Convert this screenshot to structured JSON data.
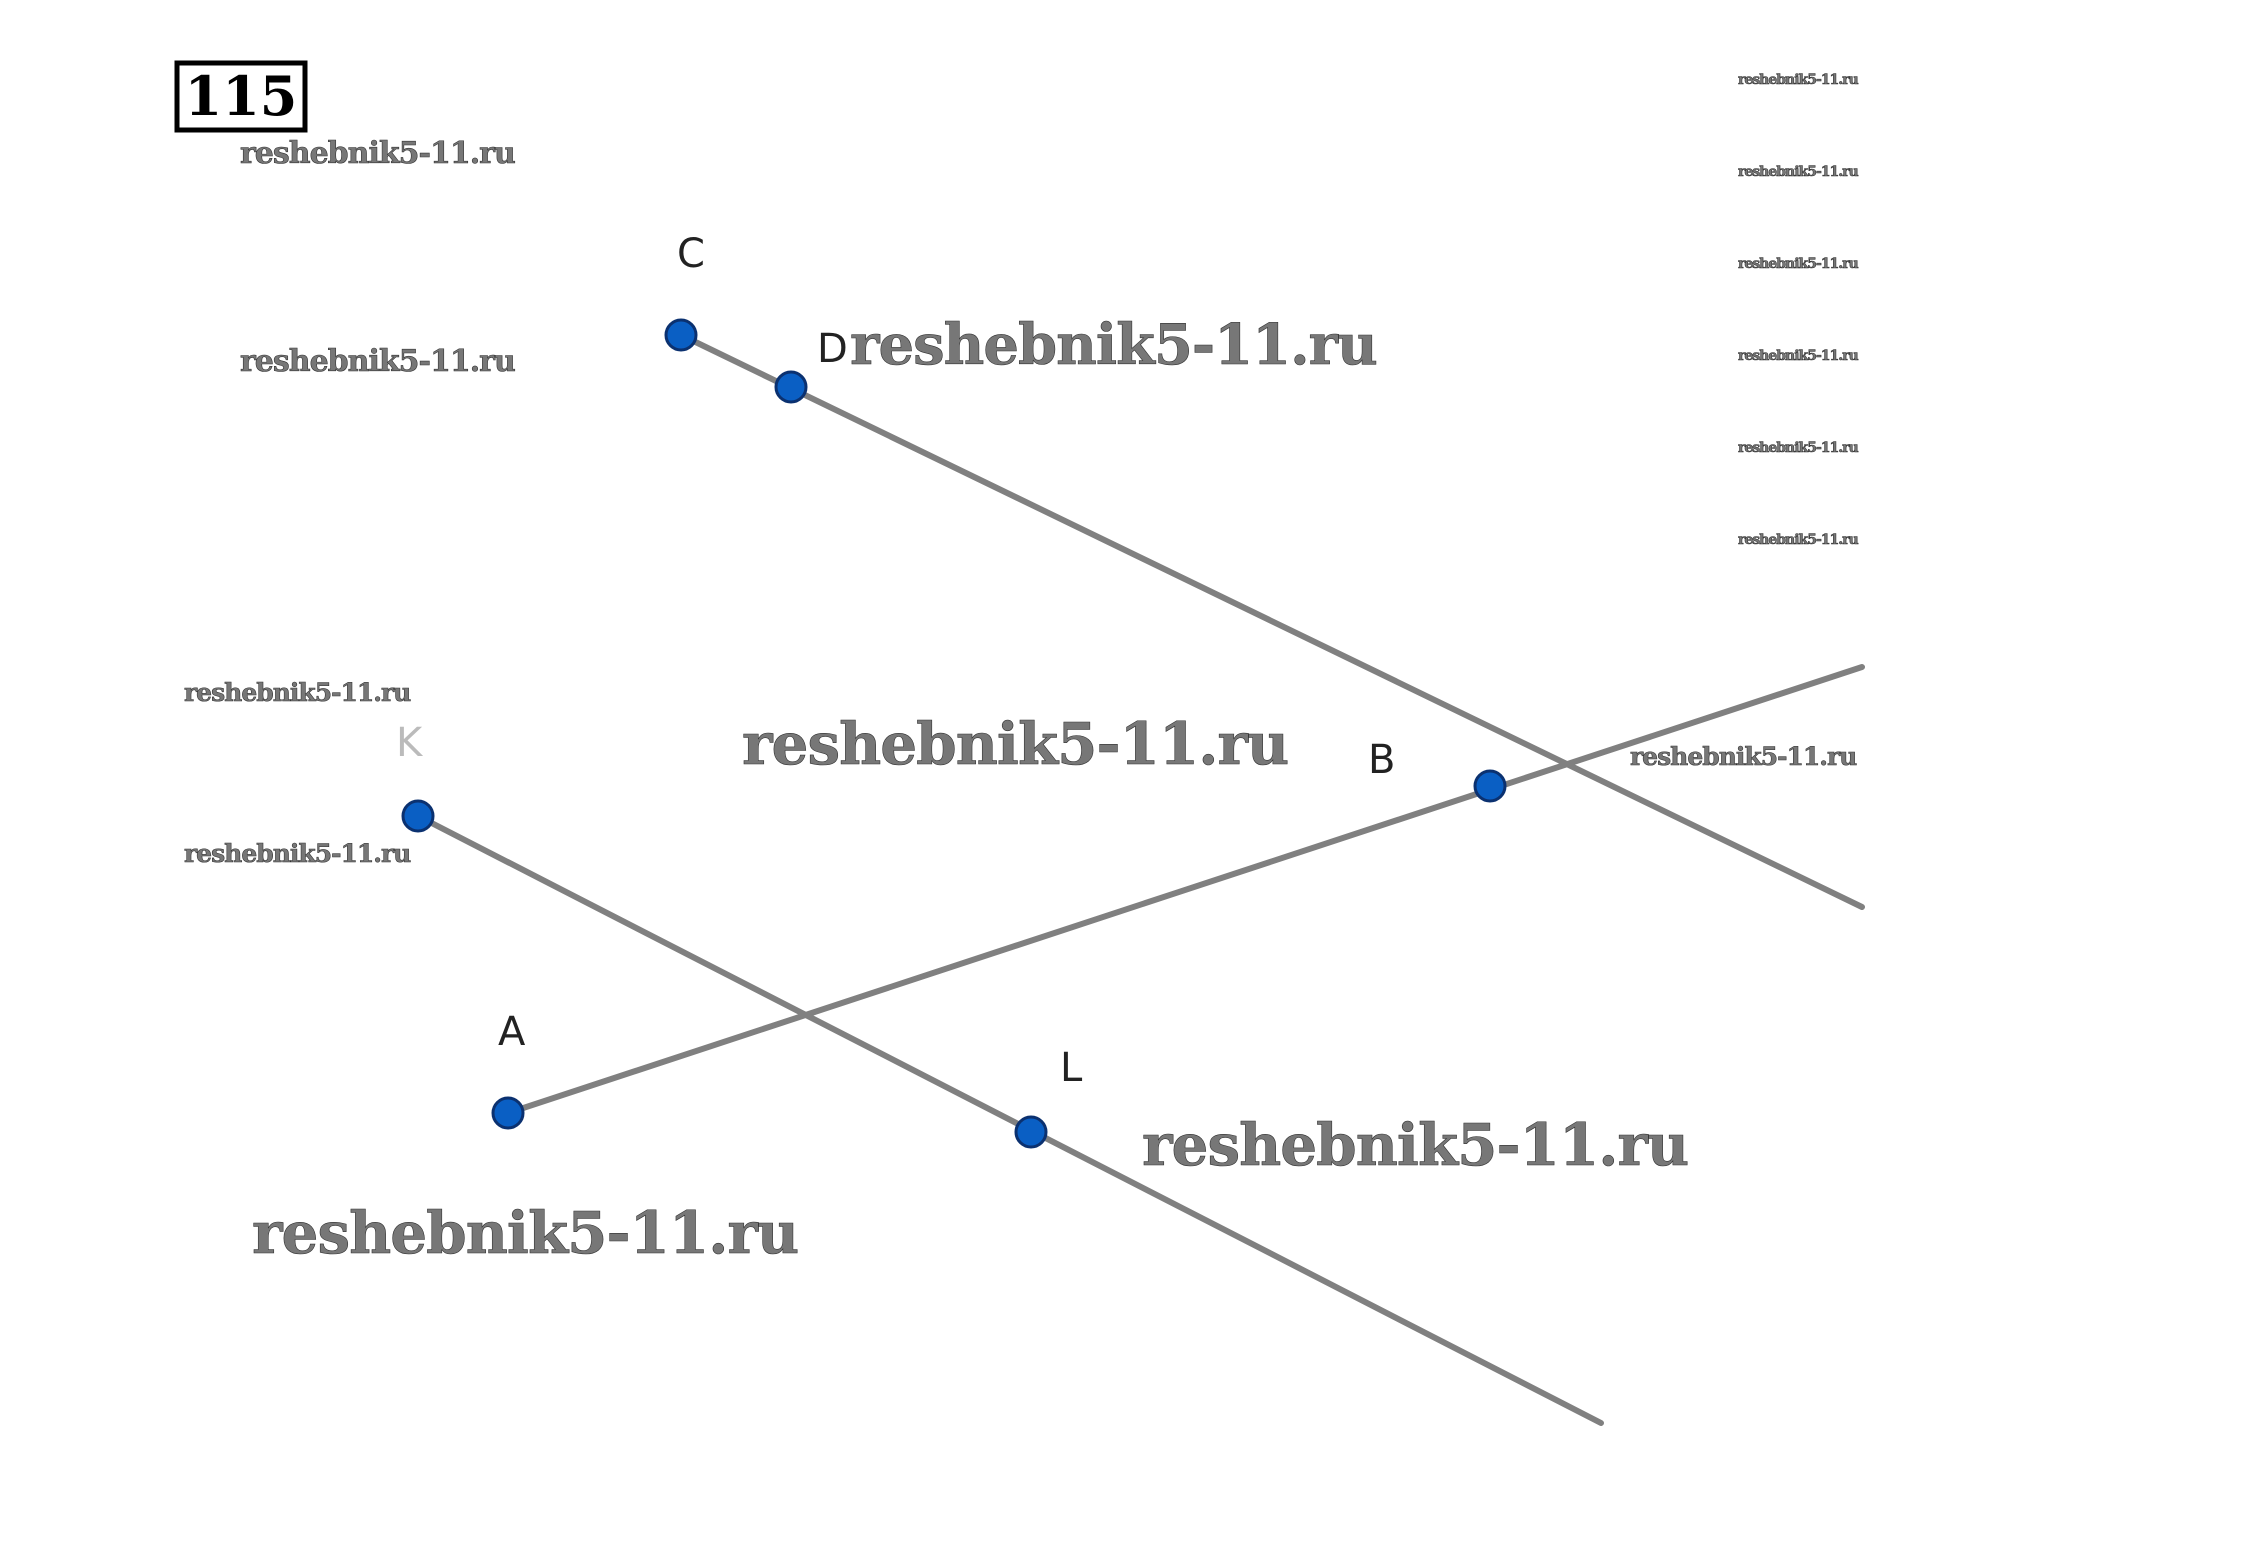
{
  "problem_number": "115",
  "watermark": "reshebnik5-11.ru",
  "points": {
    "C": "C",
    "D": "D",
    "K": "K",
    "L": "L",
    "A": "A",
    "B": "B"
  },
  "colors": {
    "point": "#0a5fc4",
    "line": "#808080",
    "watermark": "#777777"
  }
}
